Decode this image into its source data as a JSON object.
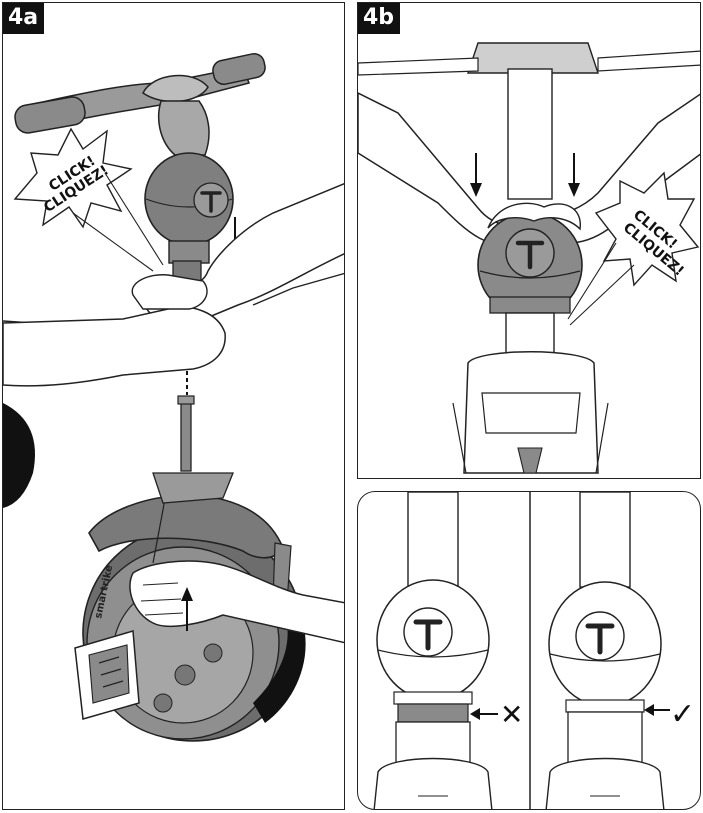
{
  "panel_a": {
    "step": "4a",
    "click_line1": "CLICK!",
    "click_line2": "CLIQUEZ!",
    "wheel_brand": "smartrike"
  },
  "panel_b": {
    "step": "4b",
    "click_line1": "CLICK!",
    "click_line2": "CLIQUEZ!"
  },
  "panel_c": {
    "wrong": {
      "symbol": "✕"
    },
    "right": {
      "symbol": "✓"
    }
  },
  "colors": {
    "outline": "#222222",
    "part_grey": "#8c8c8c",
    "part_light": "#c9c9c9",
    "skin": "#ffffff",
    "gap_band": "#8a8a8a"
  }
}
